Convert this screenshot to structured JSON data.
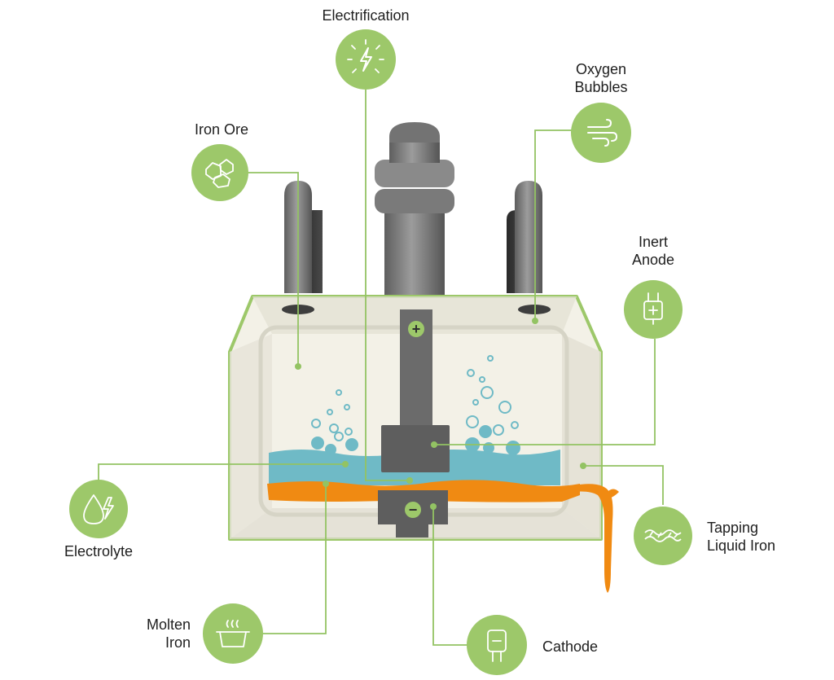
{
  "labels": {
    "electrification": "Electrification",
    "oxygen_bubbles": [
      "Oxygen",
      "Bubbles"
    ],
    "iron_ore": "Iron Ore",
    "inert_anode": [
      "Inert",
      "Anode"
    ],
    "electrolyte": "Electrolyte",
    "tapping_liquid_iron": [
      "Tapping",
      "Liquid Iron"
    ],
    "molten_iron": [
      "Molten",
      "Iron"
    ],
    "cathode": "Cathode"
  },
  "terminal_symbols": {
    "positive": "+",
    "negative": "−"
  },
  "icons": {
    "electrification": "lightning-bolt-icon",
    "oxygen_bubbles": "wind-icon",
    "iron_ore": "ore-rocks-icon",
    "inert_anode": "plug-icon",
    "electrolyte": "droplet-bolt-icon",
    "tapping_liquid_iron": "flowing-iron-icon",
    "molten_iron": "crucible-icon",
    "cathode": "electrode-icon"
  },
  "colors": {
    "accent_green": "#9dc86a",
    "line_green": "#93c363",
    "electrolyte_blue": "#6fbac6",
    "molten_orange": "#f08a12",
    "electrode_gray": "#6b6b6b",
    "cell_fill": "#f3f1e7"
  }
}
